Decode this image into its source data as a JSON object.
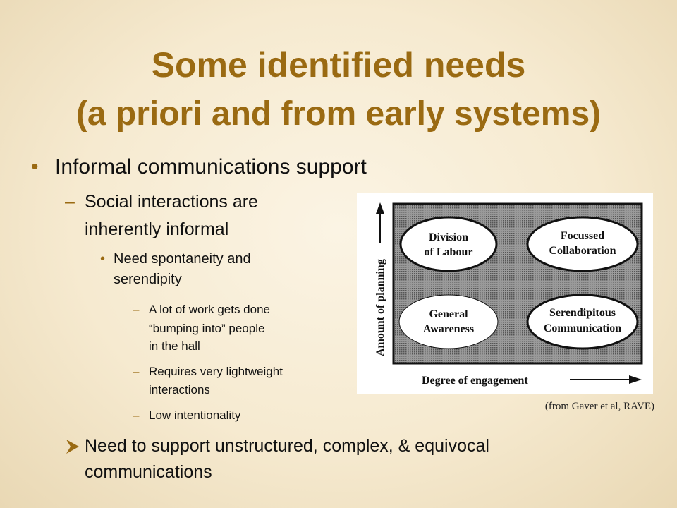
{
  "title": {
    "line1": "Some identified needs",
    "line2": "(a priori and from early systems)"
  },
  "colors": {
    "accent": "#9a6a12",
    "text": "#111111"
  },
  "content": {
    "bullet1": "Informal communications support",
    "sub1": [
      "Social interactions are",
      "inherently informal"
    ],
    "sub1_1": [
      "Need spontaneity and",
      "serendipity"
    ],
    "sub1_1_items": [
      [
        "A lot of work gets done",
        "“bumping into” people",
        "in the hall"
      ],
      [
        "Requires very lightweight",
        "interactions"
      ],
      [
        "Low intentionality"
      ]
    ],
    "arrow_item": [
      "Need to support unstructured, complex, & equivocal",
      "communications"
    ]
  },
  "figure": {
    "y_axis_label": "Amount of planning",
    "x_axis_label": "Degree of engagement",
    "quadrants": {
      "top_left": [
        "Division",
        "of Labour"
      ],
      "top_right": [
        "Focussed",
        "Collaboration"
      ],
      "bottom_left": [
        "General",
        "Awareness"
      ],
      "bottom_right": [
        "Serendipitous",
        "Communication"
      ]
    }
  },
  "caption": "(from Gaver et al, RAVE)"
}
